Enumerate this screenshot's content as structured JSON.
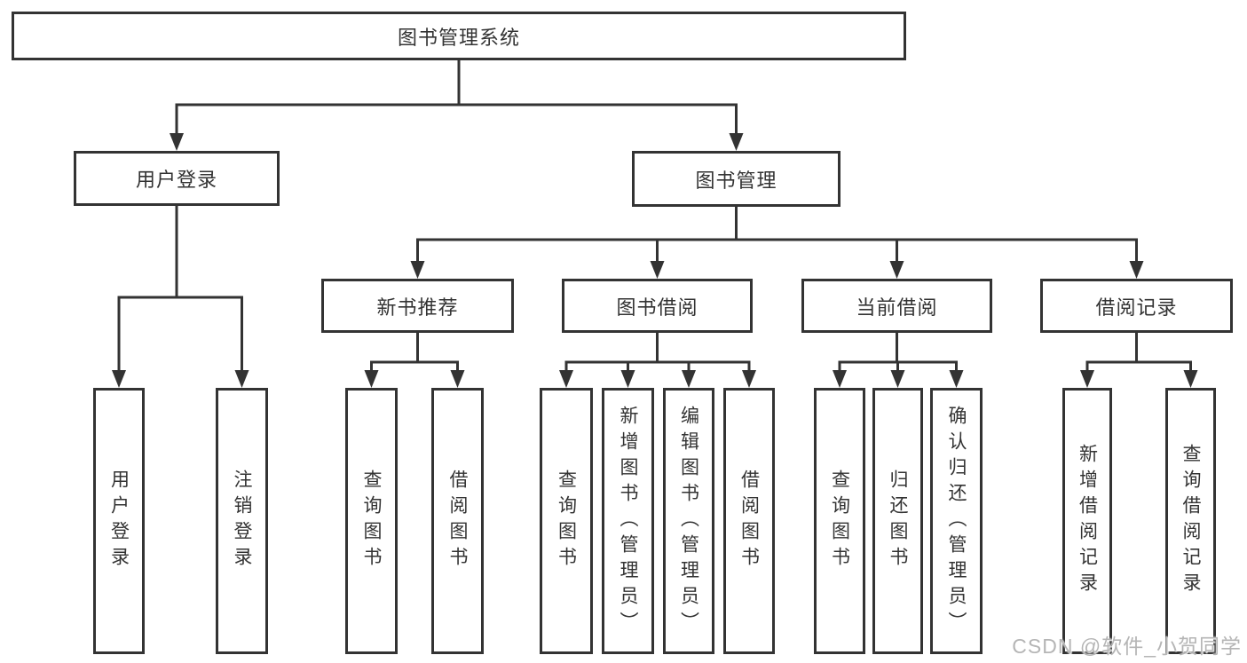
{
  "nodes": {
    "root": {
      "label": "图书管理系统"
    },
    "branches": [
      {
        "label": "用户登录"
      },
      {
        "label": "图书管理"
      }
    ],
    "sections": [
      {
        "label": "新书推荐"
      },
      {
        "label": "图书借阅"
      },
      {
        "label": "当前借阅"
      },
      {
        "label": "借阅记录"
      }
    ],
    "leaves": [
      {
        "label": "用户登录"
      },
      {
        "label": "注销登录"
      },
      {
        "label": "查询图书"
      },
      {
        "label": "借阅图书"
      },
      {
        "label": "查询图书"
      },
      {
        "label": "新增图书（管理员）"
      },
      {
        "label": "编辑图书（管理员）"
      },
      {
        "label": "借阅图书"
      },
      {
        "label": "查询图书"
      },
      {
        "label": "归还图书"
      },
      {
        "label": "确认归还（管理员）"
      },
      {
        "label": "新增借阅记录"
      },
      {
        "label": "查询借阅记录"
      }
    ]
  },
  "watermark": {
    "text": "CSDN @软件_小贺同学"
  },
  "colors": {
    "line": "#333333",
    "text": "#333333",
    "box_background": "#ffffff",
    "watermark_gray": "#b5b5b5",
    "page_background": "#ffffff"
  }
}
